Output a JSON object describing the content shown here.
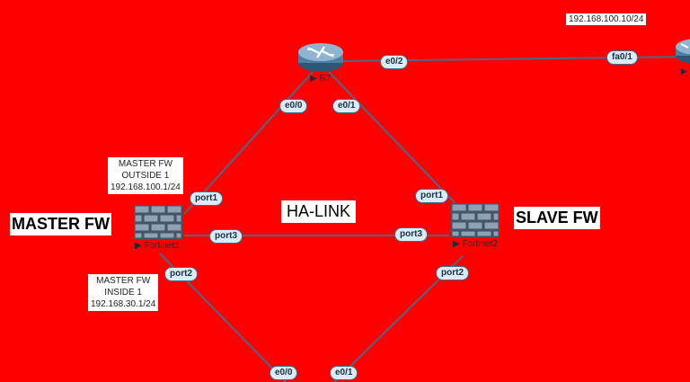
{
  "labels": {
    "master_fw": "MASTER FW",
    "slave_fw": "SLAVE FW",
    "ha_link": "HA-LINK",
    "top_ip": "192.168.100.10/24"
  },
  "notes": {
    "master_outside": [
      "MASTER FW",
      "OUTSIDE 1",
      "192.168.100.1/24"
    ],
    "master_inside": [
      "MASTER FW",
      "INSIDE 1",
      "192.168.30.1/24"
    ]
  },
  "nodes": {
    "router_r7": "▶ R7",
    "fortinet1": "▶ Fortinet1",
    "fortinet2": "▶ Fortinet2"
  },
  "ports": {
    "r7_e0_2": "e0/2",
    "remote_fa0_1": "fa0/1",
    "r7_e0_0": "e0/0",
    "r7_e0_1": "e0/1",
    "fg1_port1": "port1",
    "fg1_port3": "port3",
    "fg1_port2": "port2",
    "fg2_port1": "port1",
    "fg2_port3": "port3",
    "fg2_port2": "port2",
    "bottom_e0_0": "e0/0",
    "bottom_e0_1": "e0/1"
  },
  "colors": {
    "background": "#ff0000",
    "link": "#4a6a86",
    "port_bg": "#d9ecf8",
    "router": "#4f7ea3",
    "firewall_brick": "#7a8ea0"
  }
}
